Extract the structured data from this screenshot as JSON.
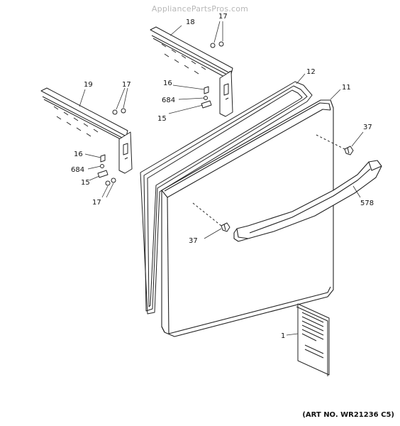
{
  "watermark": "AppliancePartsPros.com",
  "art_number": "(ART NO. WR21236 C5)",
  "part_labels": {
    "p18": "18",
    "p17_top": "17",
    "p16_top": "16",
    "p684_top": "684",
    "p15_top": "15",
    "p12": "12",
    "p11": "11",
    "p19": "19",
    "p17_mid": "17",
    "p16_left": "16",
    "p684_left": "684",
    "p15_left": "15",
    "p17_low": "17",
    "p37_right": "37",
    "p578": "578",
    "p37_left": "37",
    "p1": "1"
  },
  "colors": {
    "line": "#222222",
    "leader": "#333333",
    "watermark": "#b8b8b8"
  }
}
